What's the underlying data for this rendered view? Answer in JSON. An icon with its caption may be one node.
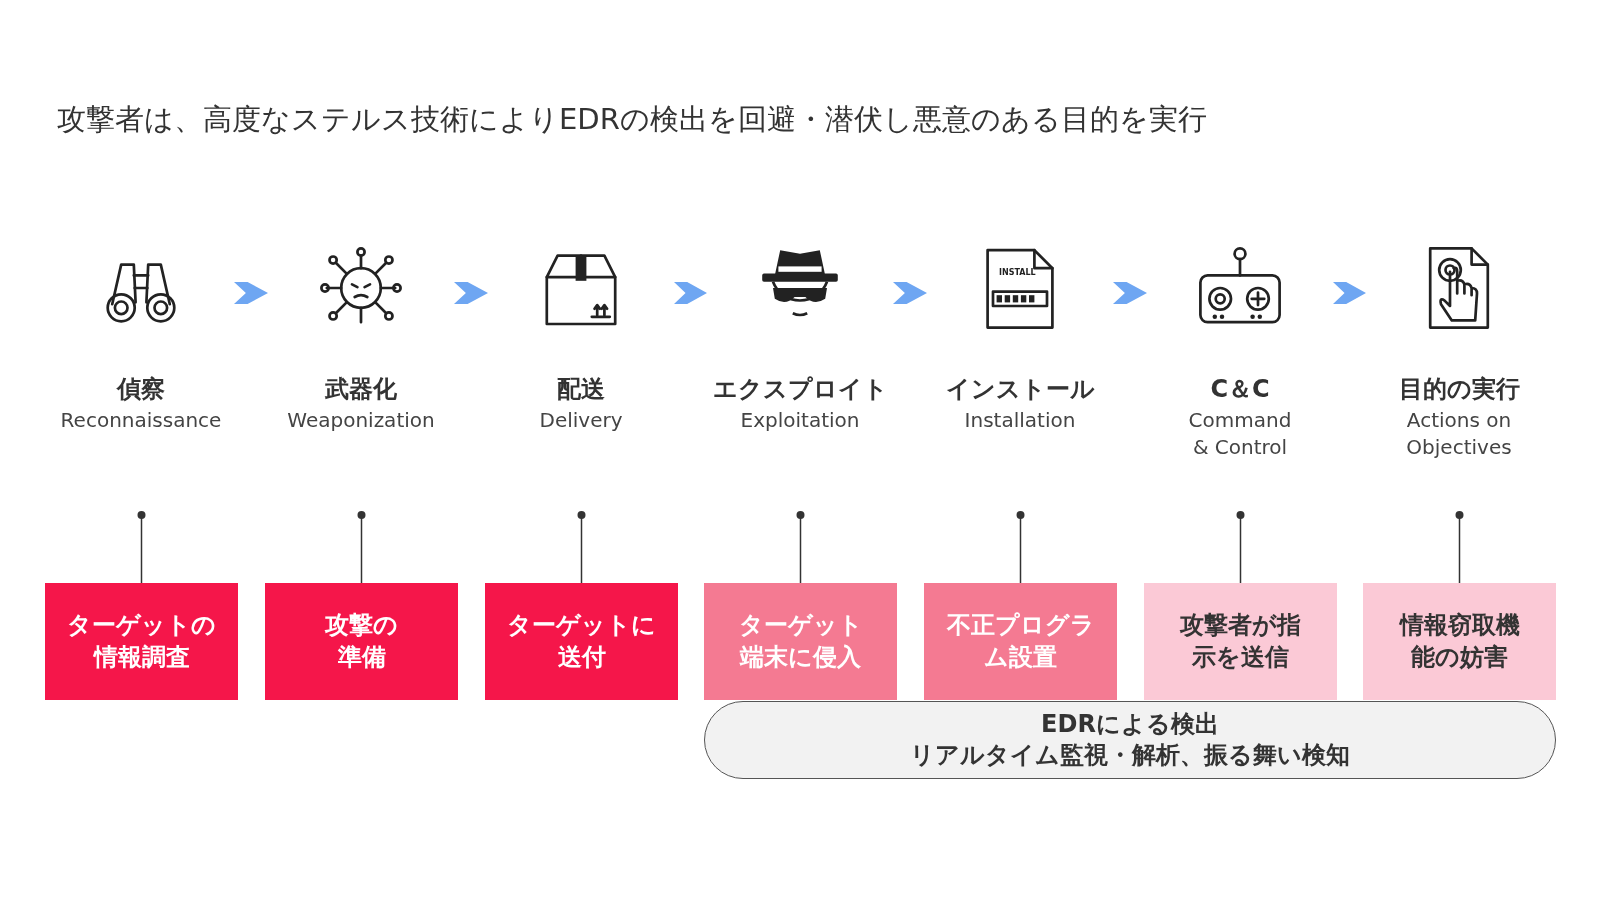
{
  "diagram": {
    "title": "攻撃者は、高度なステルス技術によりEDRの検出を回避・潜伏し悪意のある目的を実行",
    "nodes": [
      {
        "text": [
          "偵察",
          "Reconnaissance"
        ]
      },
      {
        "text": [
          "武器化",
          "Weaponization"
        ]
      },
      {
        "text": [
          "配送",
          "Delivery"
        ]
      },
      {
        "text": [
          "エクスプロイト",
          "Exploitation"
        ]
      },
      {
        "text": [
          "インストール",
          "Installation"
        ]
      },
      {
        "text": [
          "C＆C",
          "Command & Control"
        ]
      },
      {
        "text": [
          "目的の実行",
          "Actions on Objectives"
        ]
      },
      {
        "text": [
          "ターゲットの情報調査"
        ]
      },
      {
        "text": [
          "攻撃の準備"
        ]
      },
      {
        "text": [
          "ターゲットに送付"
        ]
      },
      {
        "text": [
          "ターゲット端末に侵入"
        ]
      },
      {
        "text": [
          "不正プログラム設置"
        ]
      },
      {
        "text": [
          "攻撃者が指示を送信"
        ]
      },
      {
        "text": [
          "情報窃取機能の妨害"
        ]
      },
      {
        "text": [
          "EDRによる検出",
          "リアルタイム監視・解析、振る舞い検知"
        ]
      }
    ],
    "edges": [
      {
        "from": 0,
        "to": 1,
        "arrow": "to"
      },
      {
        "from": 1,
        "to": 2,
        "arrow": "to"
      },
      {
        "from": 2,
        "to": 3,
        "arrow": "to"
      },
      {
        "from": 3,
        "to": 4,
        "arrow": "to"
      },
      {
        "from": 4,
        "to": 5,
        "arrow": "to"
      },
      {
        "from": 5,
        "to": 6,
        "arrow": "to"
      },
      {
        "from": null,
        "to": 7,
        "arrow": "other"
      },
      {
        "from": null,
        "to": 8,
        "arrow": "other"
      },
      {
        "from": null,
        "to": 9,
        "arrow": "other"
      },
      {
        "from": null,
        "to": 10,
        "arrow": "other"
      },
      {
        "from": null,
        "to": 11,
        "arrow": "other"
      },
      {
        "from": null,
        "to": 12,
        "arrow": "other"
      },
      {
        "from": null,
        "to": 13,
        "arrow": "other"
      }
    ],
    "labels": [
      "INSTALL"
    ]
  }
}
